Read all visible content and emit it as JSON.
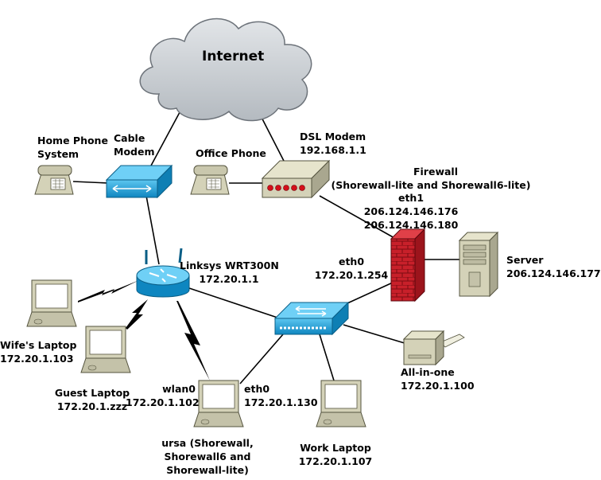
{
  "cloud": {
    "label": "Internet"
  },
  "home_phone": {
    "line1": "Home Phone",
    "line2": "System"
  },
  "cable_modem": {
    "line1": "Cable",
    "line2": "Modem"
  },
  "office_phone": {
    "label": "Office Phone"
  },
  "dsl_modem": {
    "line1": "DSL Modem",
    "line2": "192.168.1.1"
  },
  "firewall": {
    "title": "Firewall",
    "subtitle": "(Shorewall-lite and Shorewall6-lite)",
    "eth1": "eth1",
    "ip1": "206.124.146.176",
    "ip2": "206.124.146.180",
    "eth0": "eth0",
    "eth0_ip": "172.20.1.254"
  },
  "server": {
    "line1": "Server",
    "line2": "206.124.146.177"
  },
  "router": {
    "line1": "Linksys WRT300N",
    "line2": "172.20.1.1"
  },
  "wifes_laptop": {
    "line1": "Wife's Laptop",
    "line2": "172.20.1.103"
  },
  "guest_laptop": {
    "line1": "Guest Laptop",
    "line2": "172.20.1.zzz"
  },
  "ursa": {
    "wlan_name": "wlan0",
    "wlan_ip": "172.20.1.102",
    "eth_name": "eth0",
    "eth_ip": "172.20.1.130",
    "line1": "ursa (Shorewall,",
    "line2": "Shorewall6 and",
    "line3": "Shorewall-lite)"
  },
  "work_laptop": {
    "line1": "Work Laptop",
    "line2": "172.20.1.107"
  },
  "all_in_one": {
    "line1": "All-in-one",
    "line2": "172.20.1.100"
  },
  "colors": {
    "cloud": "#c8cdd2",
    "device_blue": "#1a9fd8",
    "modem_beige": "#d4d2b8",
    "firewall_red": "#c8202a",
    "link": "#000000"
  }
}
